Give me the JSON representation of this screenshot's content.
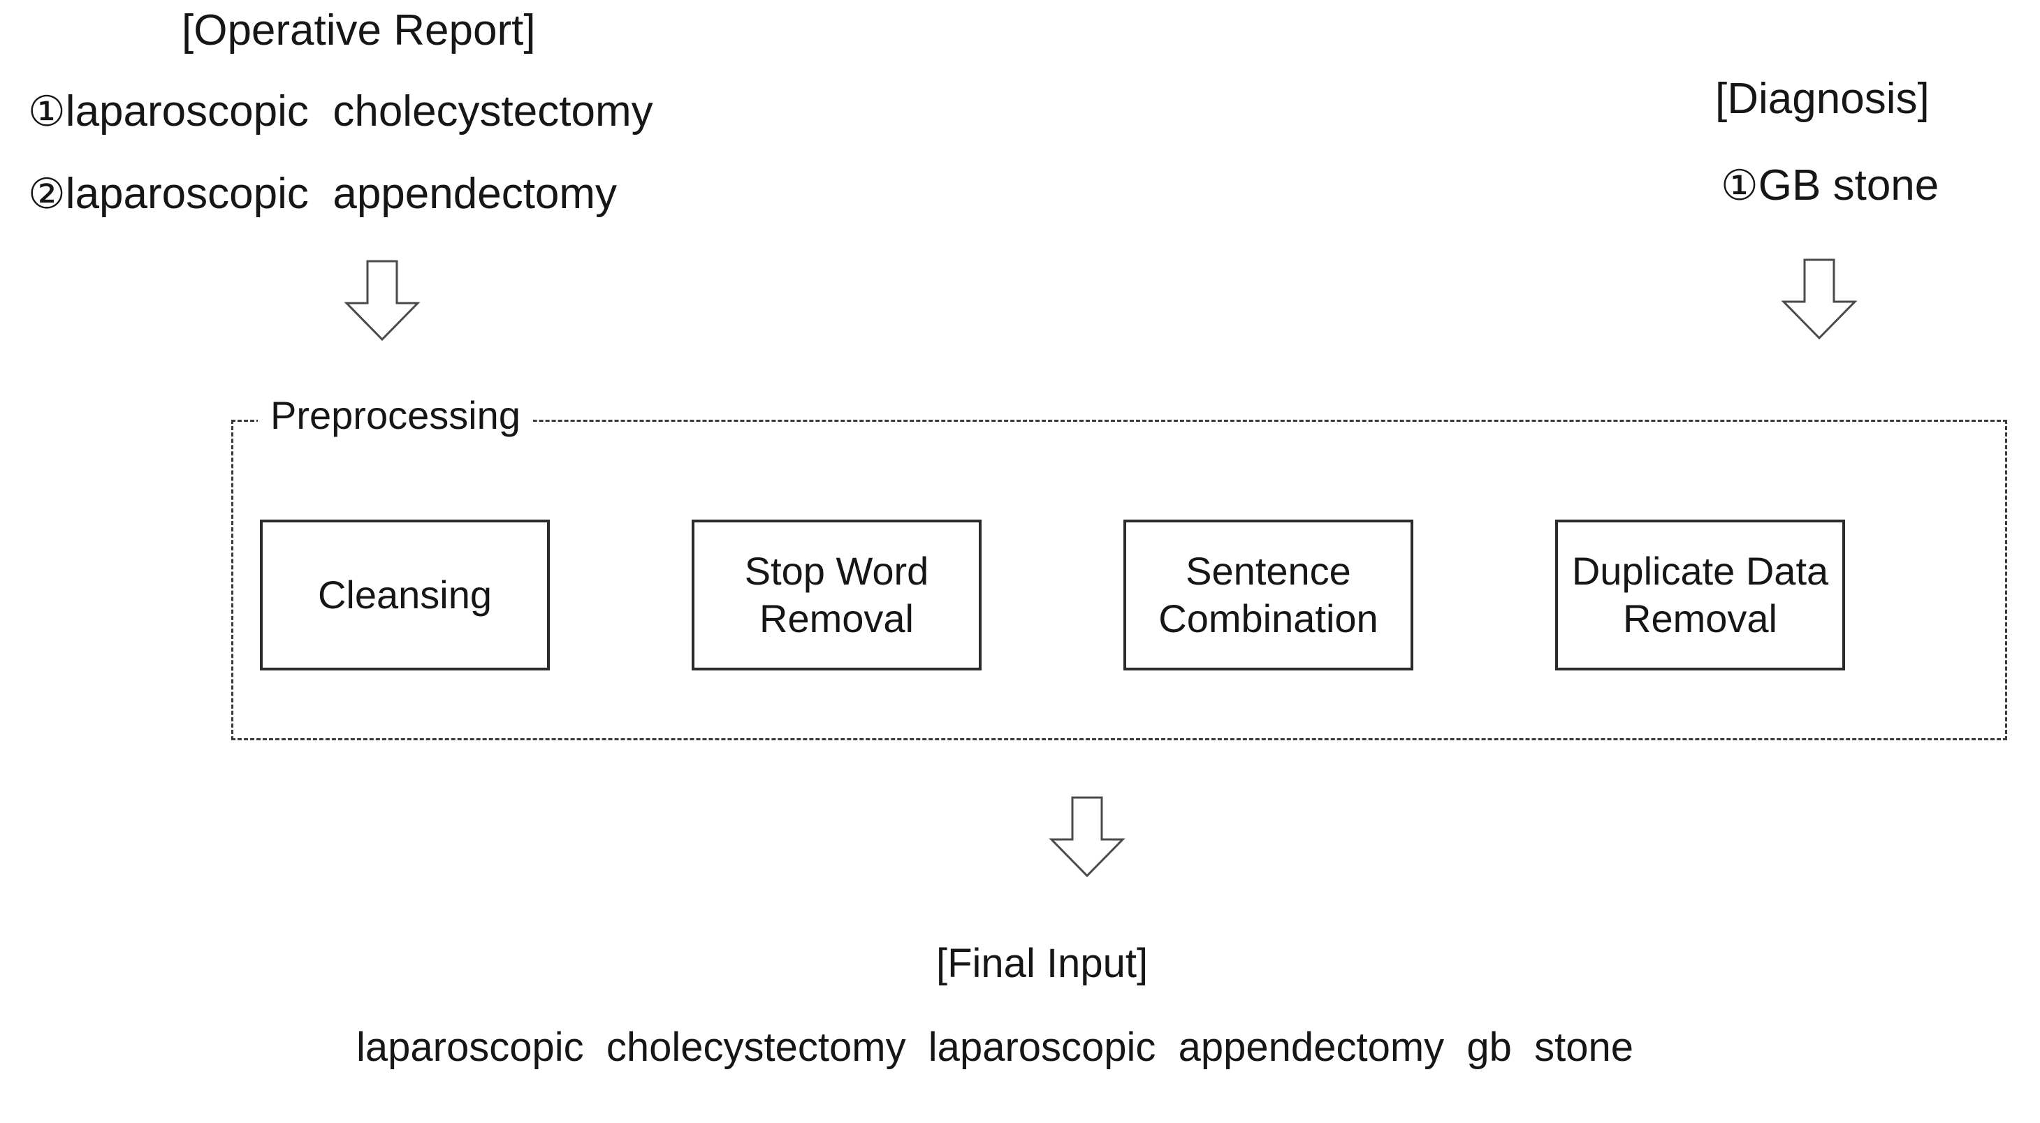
{
  "source_blocks": {
    "operative_report": {
      "title": "[Operative Report]",
      "items": [
        {
          "marker": "①",
          "text": "laparoscopic  cholecystectomy"
        },
        {
          "marker": "②",
          "text": "laparoscopic  appendectomy"
        }
      ]
    },
    "diagnosis": {
      "title": "[Diagnosis]",
      "items": [
        {
          "marker": "①",
          "text": "GB stone"
        }
      ]
    }
  },
  "preprocessing": {
    "label": "Preprocessing",
    "steps": [
      {
        "id": "cleansing",
        "label": "Cleansing"
      },
      {
        "id": "stop-word-removal",
        "label": "Stop Word\nRemoval"
      },
      {
        "id": "sentence-combination",
        "label": "Sentence\nCombination"
      },
      {
        "id": "duplicate-data-removal",
        "label": "Duplicate Data\nRemoval"
      }
    ]
  },
  "output": {
    "title": "[Final Input]",
    "text": "laparoscopic  cholecystectomy  laparoscopic  appendectomy  gb  stone"
  },
  "arrows": [
    {
      "id": "operative-report-to-preprocessing",
      "direction": "down"
    },
    {
      "id": "diagnosis-to-preprocessing",
      "direction": "down"
    },
    {
      "id": "preprocessing-to-final-input",
      "direction": "down"
    }
  ],
  "colors": {
    "background": "#ffffff",
    "text": "#161616",
    "box_border": "#2b2b2b",
    "dashed_border": "#3a3a3a",
    "arrow_stroke": "#4a4a4a"
  }
}
